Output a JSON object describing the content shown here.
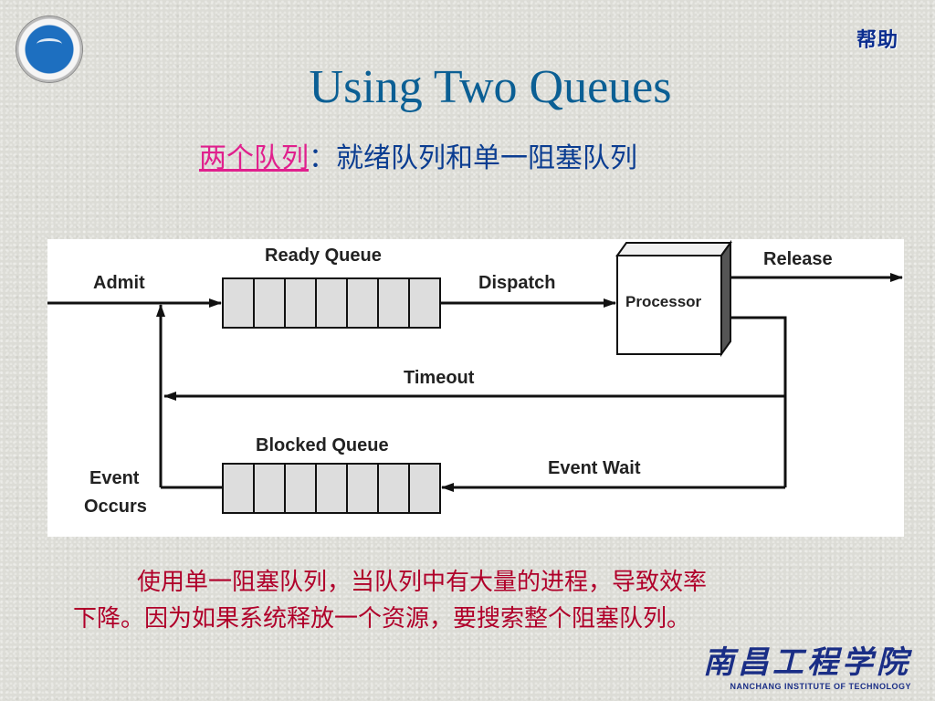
{
  "header": {
    "help_label": "帮助",
    "title": "Using Two Queues",
    "subtitle_highlight": "两个队列",
    "subtitle_rest": "：就绪队列和单一阻塞队列"
  },
  "diagram": {
    "labels": {
      "admit": "Admit",
      "ready_queue": "Ready Queue",
      "dispatch": "Dispatch",
      "processor": "Processor",
      "release": "Release",
      "timeout": "Timeout",
      "blocked_queue": "Blocked Queue",
      "event_wait": "Event Wait",
      "event": "Event",
      "occurs": "Occurs"
    }
  },
  "paragraph": {
    "line1": "使用单一阻塞队列，当队列中有大量的进程，导致效率",
    "line2": "下降。因为如果系统释放一个资源，要搜索整个阻塞队列。"
  },
  "footer": {
    "school_cn": "南昌工程学院",
    "school_en": "NANCHANG INSTITUTE OF TECHNOLOGY"
  }
}
